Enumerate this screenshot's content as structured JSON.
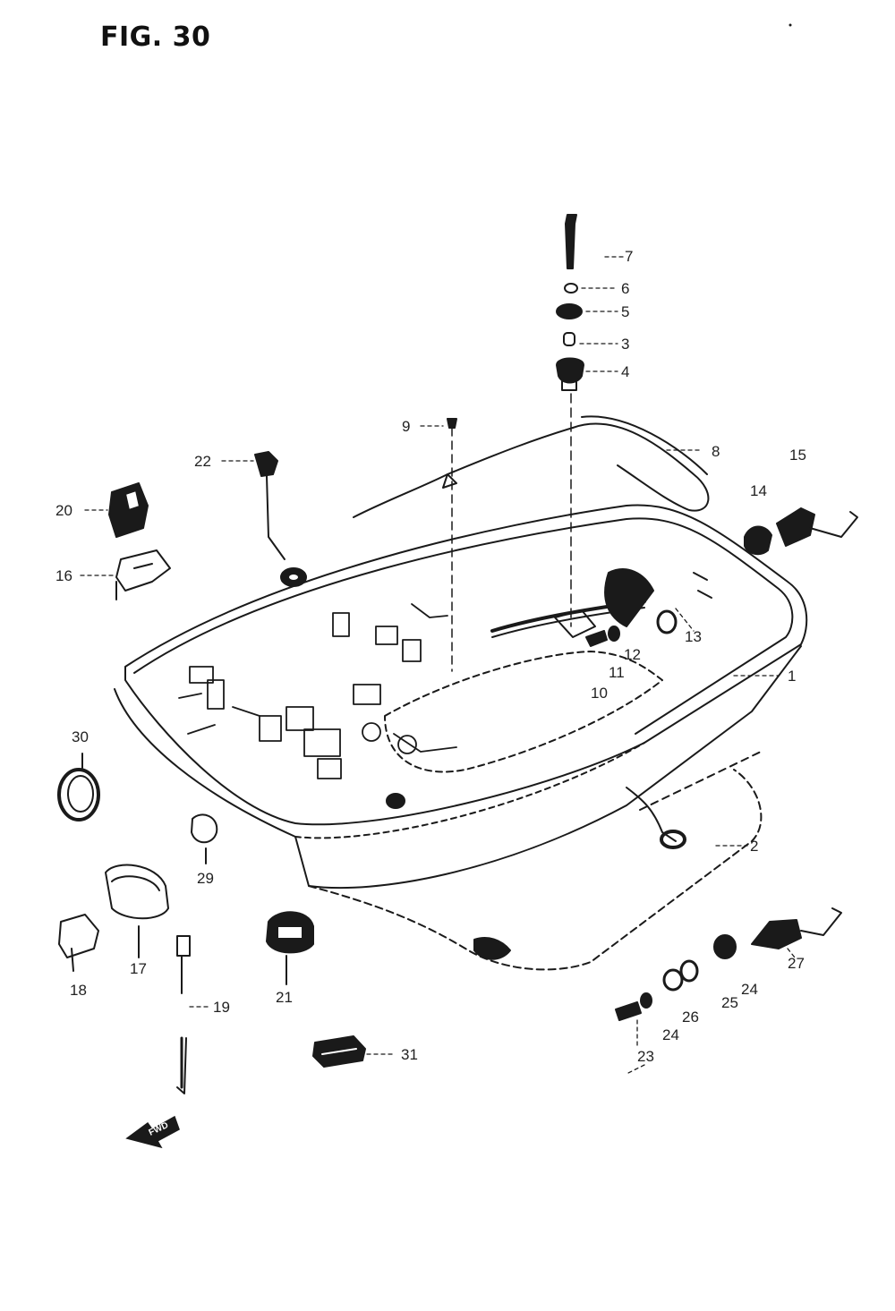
{
  "figure": {
    "title": "FIG. 30"
  },
  "callouts": [
    {
      "id": "c7",
      "label": "7"
    },
    {
      "id": "c6",
      "label": "6"
    },
    {
      "id": "c5",
      "label": "5"
    },
    {
      "id": "c3",
      "label": "3"
    },
    {
      "id": "c4",
      "label": "4"
    },
    {
      "id": "c9",
      "label": "9"
    },
    {
      "id": "c8",
      "label": "8"
    },
    {
      "id": "c22",
      "label": "22"
    },
    {
      "id": "c15",
      "label": "15"
    },
    {
      "id": "c14",
      "label": "14"
    },
    {
      "id": "c20",
      "label": "20"
    },
    {
      "id": "c16",
      "label": "16"
    },
    {
      "id": "c13",
      "label": "13"
    },
    {
      "id": "c12",
      "label": "12"
    },
    {
      "id": "c11",
      "label": "11"
    },
    {
      "id": "c10",
      "label": "10"
    },
    {
      "id": "c1",
      "label": "1"
    },
    {
      "id": "c30",
      "label": "30"
    },
    {
      "id": "c2",
      "label": "2"
    },
    {
      "id": "c29",
      "label": "29"
    },
    {
      "id": "c18",
      "label": "18"
    },
    {
      "id": "c17",
      "label": "17"
    },
    {
      "id": "c21",
      "label": "21"
    },
    {
      "id": "c19",
      "label": "19"
    },
    {
      "id": "c31",
      "label": "31"
    },
    {
      "id": "c27",
      "label": "27"
    },
    {
      "id": "c24a",
      "label": "24"
    },
    {
      "id": "c25",
      "label": "25"
    },
    {
      "id": "c26",
      "label": "26"
    },
    {
      "id": "c24b",
      "label": "24"
    },
    {
      "id": "c23",
      "label": "23"
    }
  ],
  "direction_marker": {
    "label": "FWD"
  },
  "colors": {
    "ink": "#1a1a1a",
    "paper": "#ffffff"
  }
}
